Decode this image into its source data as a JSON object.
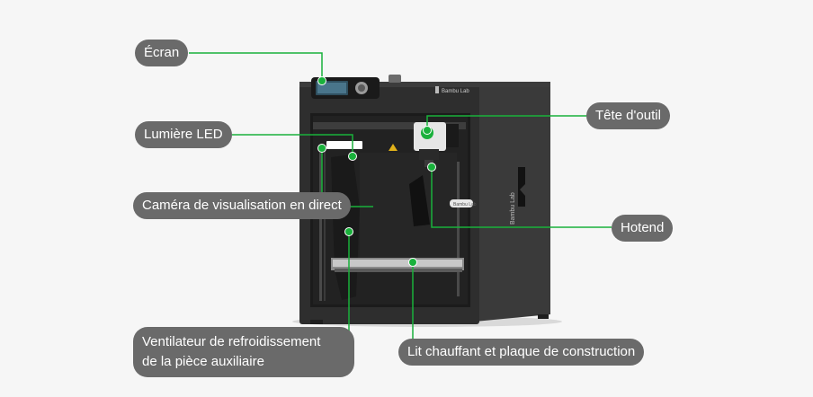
{
  "labels": {
    "screen": "Écran",
    "led_light": "Lumière LED",
    "live_camera": "Caméra de visualisation en direct",
    "aux_fan_line1": "Ventilateur de refroidissement",
    "aux_fan_line2": "de la pièce auxiliaire",
    "toolhead": "Tête d'outil",
    "hotend": "Hotend",
    "heatbed": "Lit chauffant et plaque de construction"
  },
  "printer": {
    "brand_top": "Bambu Lab",
    "brand_side": "Bambu Lab",
    "toolhead_badge": "Bambu Lab"
  },
  "colors": {
    "accent": "#19b13b",
    "label_bg": "#6a6a6a",
    "printer_body": "#303030"
  }
}
